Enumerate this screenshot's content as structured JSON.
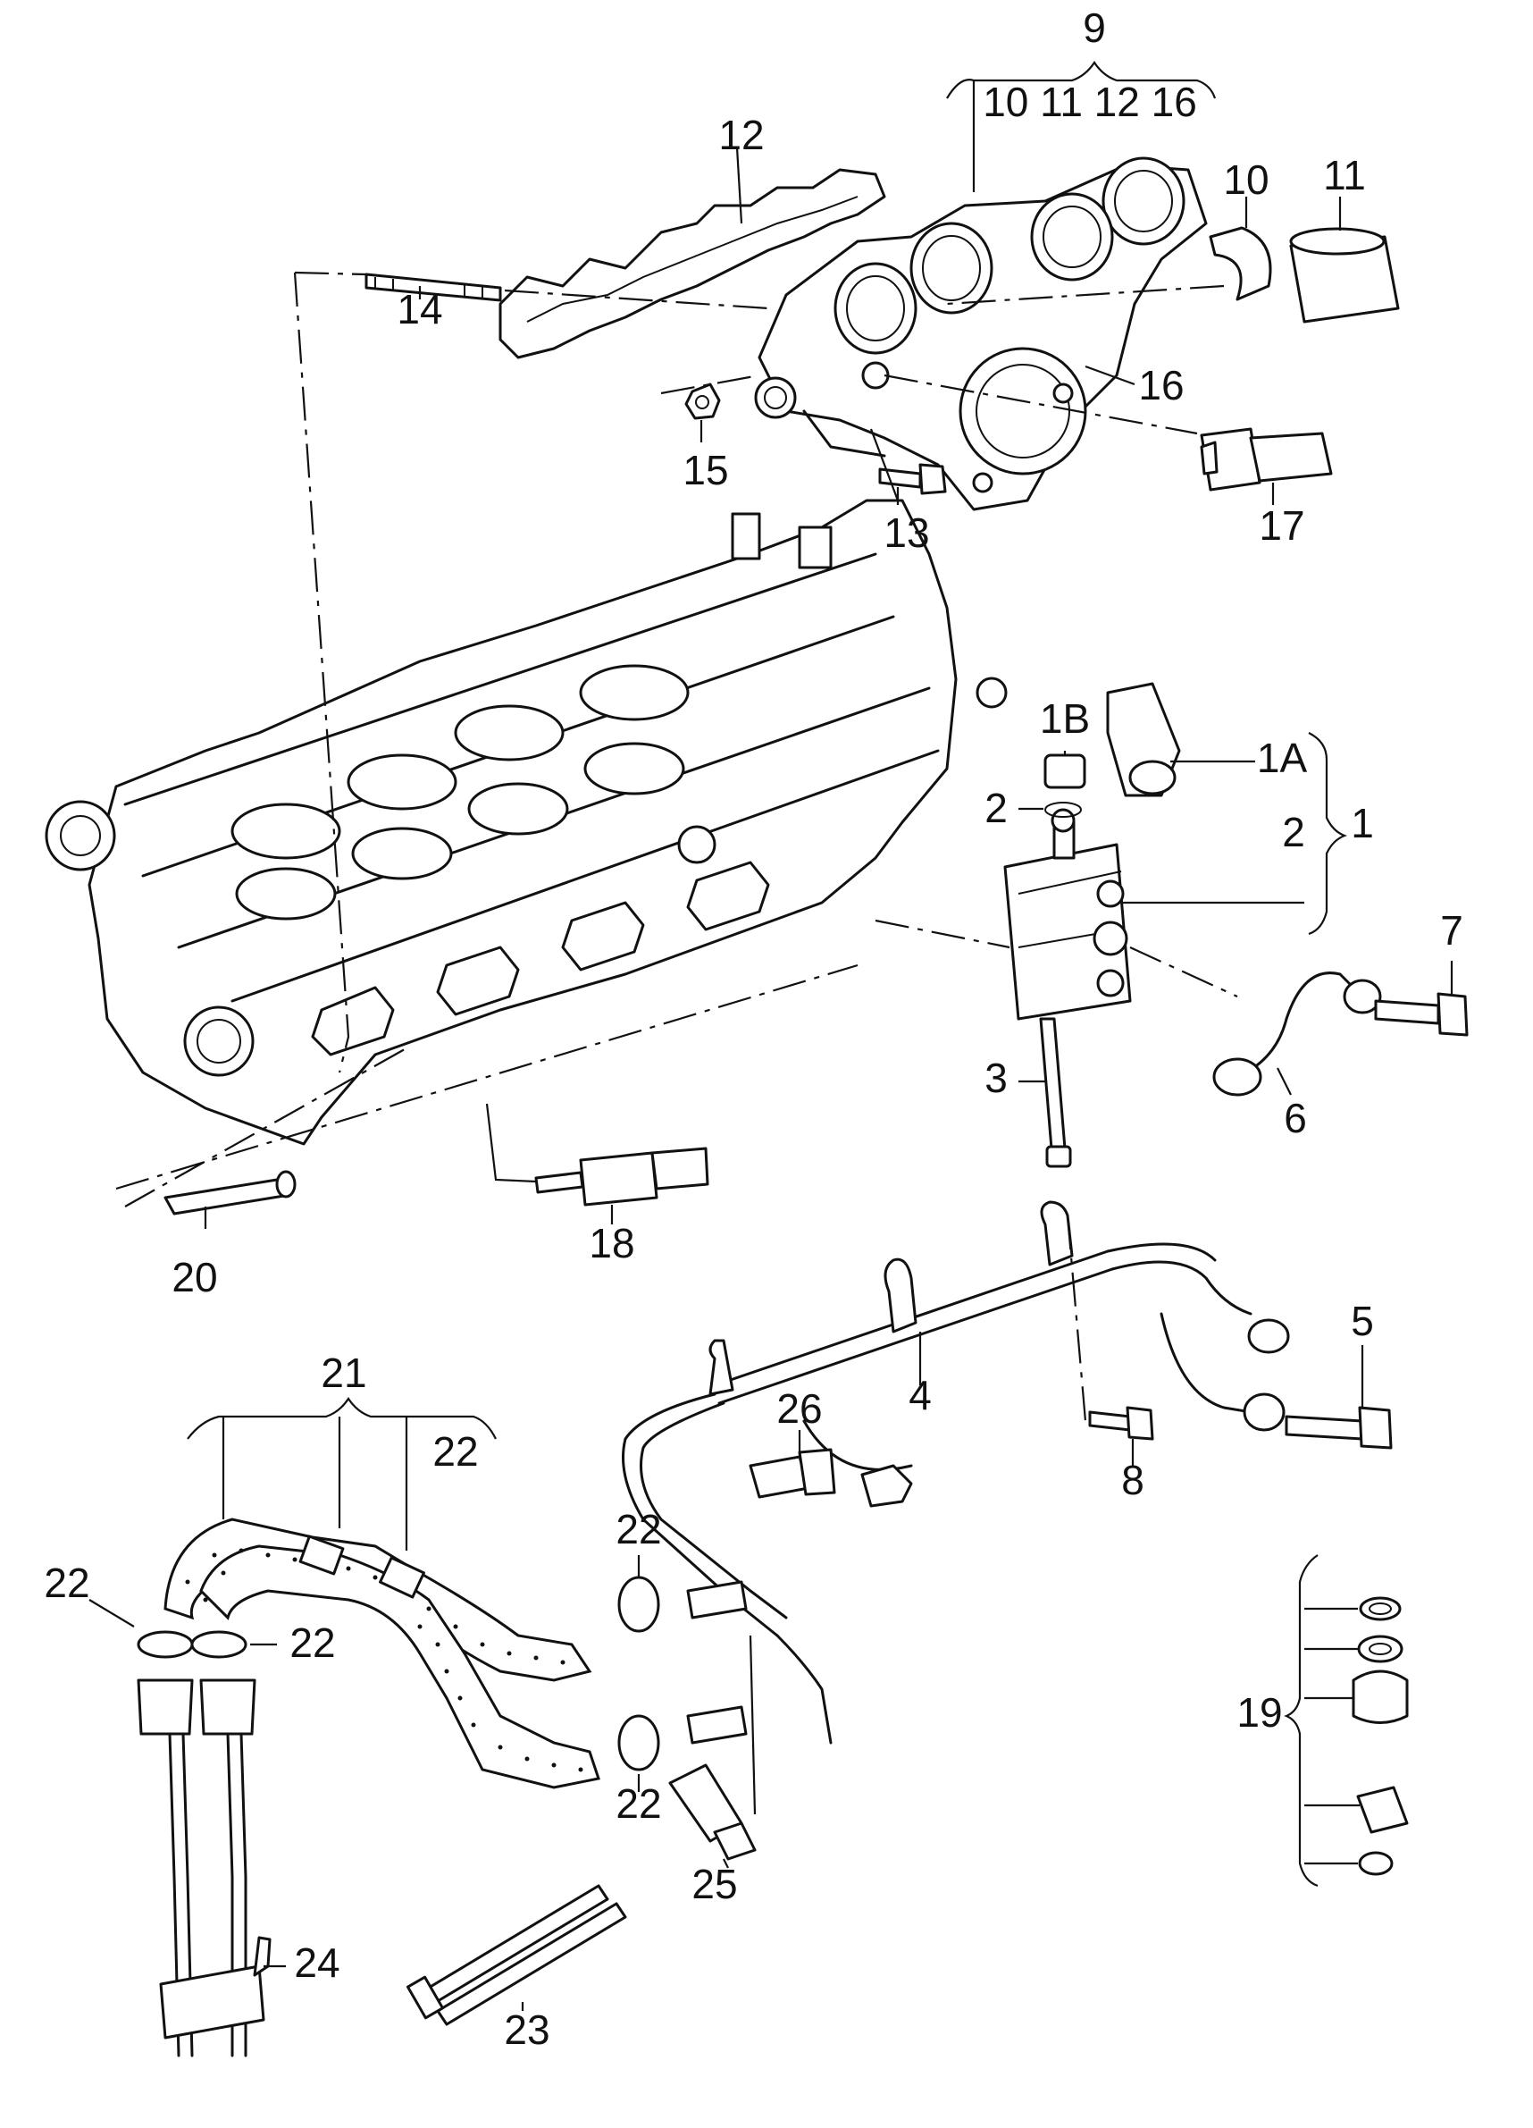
{
  "diagram": {
    "colors": {
      "line": "#111111",
      "background": "#ffffff"
    },
    "labels": {
      "l1": "1",
      "l1a": "1A",
      "l1b": "1B",
      "l2a": "2",
      "l2b": "2",
      "l3": "3",
      "l4": "4",
      "l5": "5",
      "l6": "6",
      "l7": "7",
      "l8": "8",
      "l9": "9",
      "l9_sub": "10 11 12 16",
      "l10": "10",
      "l11": "11",
      "l12": "12",
      "l13": "13",
      "l14": "14",
      "l15": "15",
      "l16": "16",
      "l17": "17",
      "l18": "18",
      "l19": "19",
      "l20": "20",
      "l21": "21",
      "l22_top": "22",
      "l22_left": "22",
      "l22_mid": "22",
      "l22_upper_clamp": "22",
      "l22_lower_clamp": "22",
      "l23": "23",
      "l24": "24",
      "l25": "25",
      "l26": "26"
    }
  }
}
